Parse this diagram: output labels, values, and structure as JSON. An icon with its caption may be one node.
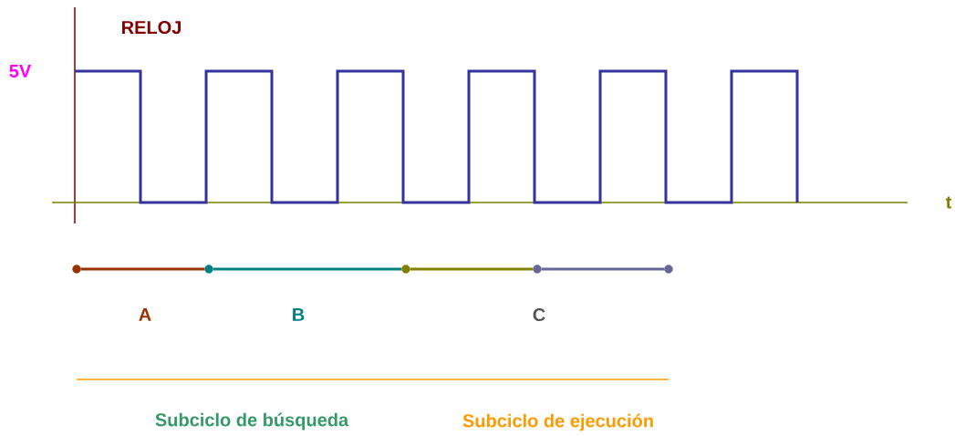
{
  "diagram": {
    "nodes": [
      {
        "text": [],
        "shape": "circle"
      },
      {
        "text": [],
        "shape": "circle"
      },
      {
        "text": [],
        "shape": "circle"
      },
      {
        "text": [],
        "shape": "circle"
      },
      {
        "text": [],
        "shape": "circle"
      }
    ],
    "edges": [
      {
        "from": 0,
        "to": 1,
        "arrow": "none",
        "color": "#993300"
      },
      {
        "from": 1,
        "to": 2,
        "arrow": "none",
        "color": "#008080"
      },
      {
        "from": 2,
        "to": 3,
        "arrow": "none",
        "color": "#808000"
      },
      {
        "from": 3,
        "to": 4,
        "arrow": "none",
        "color": "#666699"
      }
    ],
    "labels": [
      "RELOJ",
      "5V",
      "t",
      "A",
      "B",
      "C",
      "Subciclo de búsqueda",
      "Subciclo de ejecución"
    ]
  }
}
